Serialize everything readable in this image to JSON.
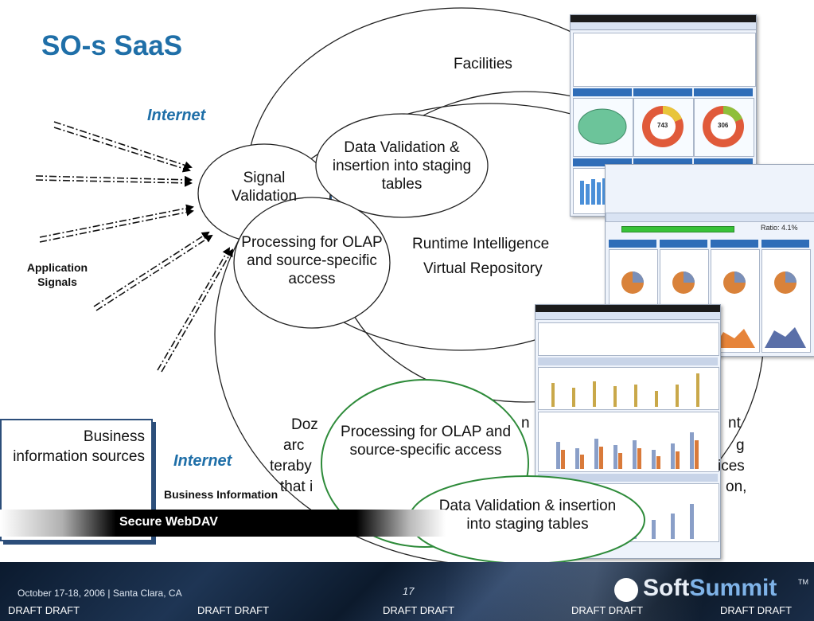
{
  "slide": {
    "title": "SO-s SaaS",
    "internet_top": "Internet",
    "internet_bottom": "Internet",
    "application_signals": "Application Signals",
    "business_information_label": "Business Information",
    "business_box": "Business information sources",
    "secure_webdav": "Secure WebDAV",
    "facilities": "Facilities",
    "signal_validation": "Signal Validation",
    "data_validation_top": "Data Validation & insertion into staging tables",
    "processing_top": "Processing for OLAP and source-specific access",
    "runtime_intelligence": "Runtime Intelligence",
    "virtual_repository": "Virtual Repository",
    "processing_bottom": "Processing for OLAP and source-specific access",
    "data_validation_bottom": "Data Validation & insertion into staging tables",
    "obscured_left_1": "Doz",
    "obscured_left_2": "arc",
    "obscured_left_3": "teraby",
    "obscured_left_4": "that i",
    "obscured_mid": "n",
    "obscured_right_1": "nt",
    "obscured_right_2": "g",
    "obscured_right_3": "ices",
    "obscured_right_4": "on,",
    "ratio_label": "Ratio: 4.1%",
    "chart_count_1": "743",
    "chart_count_2": "306"
  },
  "footer": {
    "date": "October 17-18, 2006 | Santa Clara, CA",
    "page": "17",
    "draft": "DRAFT DRAFT",
    "logo_soft": "Soft",
    "logo_summit": "Summit",
    "tm": "TM"
  },
  "colors": {
    "title_blue": "#1f6fa8",
    "navy": "#2c4e7a",
    "green_outline": "#2e8b3a",
    "shadow_blue": "#2f5d8f"
  }
}
